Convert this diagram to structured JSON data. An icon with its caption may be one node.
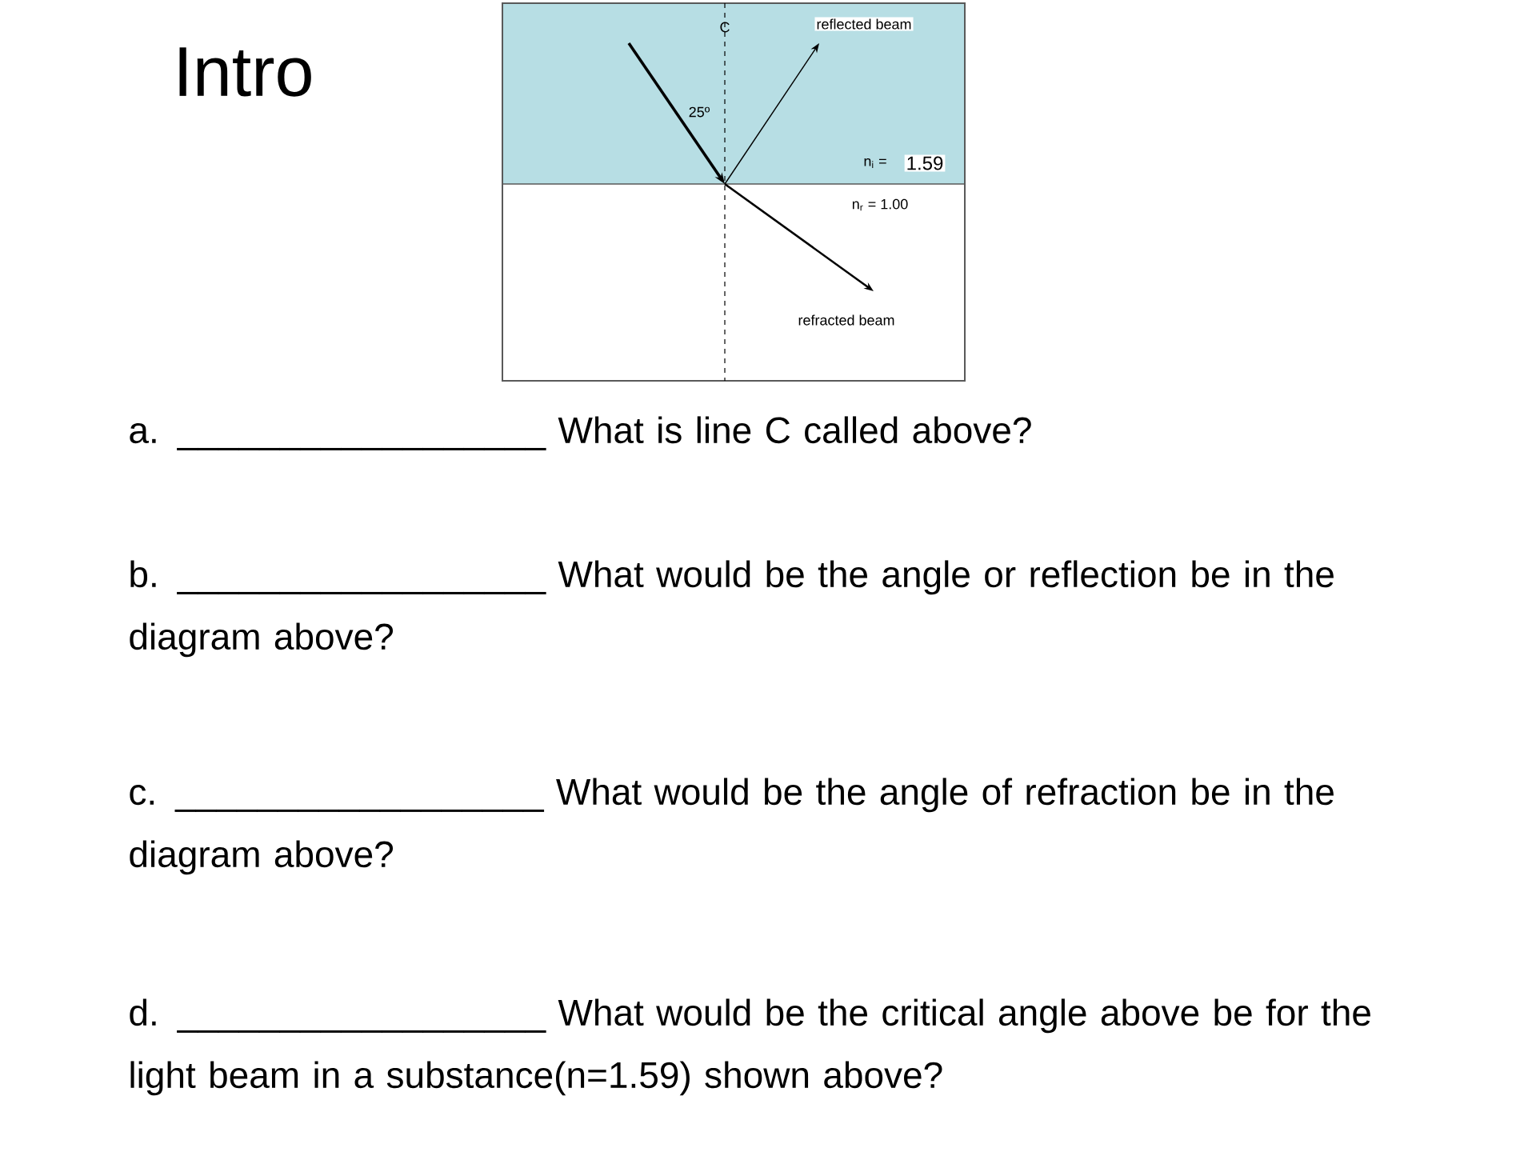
{
  "diagram": {
    "title": "Intro",
    "labels": [
      "C",
      "reflected beam",
      "25º",
      "n$_{i}$ =",
      "1.59",
      "n$_{r}$ = 1.00",
      "refracted beam",
      "a. __________________ What is line C called above?",
      "b. __________________ What would be the angle or reflection be in the diagram above?",
      "c. __________________ What would be the angle of refraction be in the diagram above?",
      "d. __________________ What would be the critical angle above be for the light beam in a substance(n=1.59) shown above?"
    ]
  }
}
